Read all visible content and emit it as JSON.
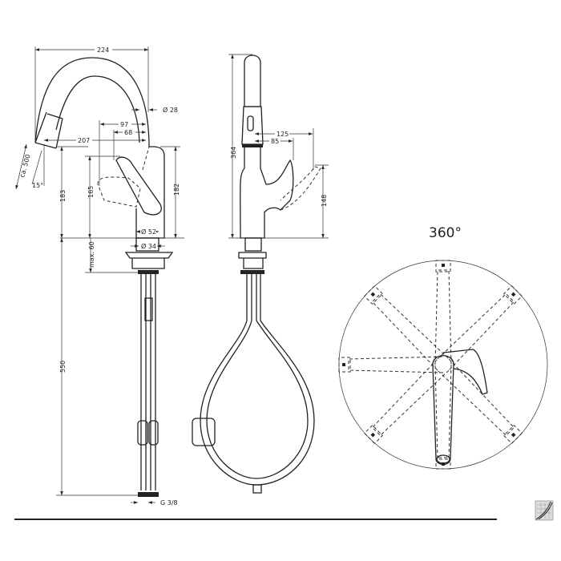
{
  "dimensions": {
    "overall_width": "224",
    "spout_diameter": "Ø 28",
    "lever_reach": "97",
    "lever_offset": "68",
    "spout_reach": "207",
    "pullout_length": "ca. 500",
    "spout_angle": "15°",
    "spout_height": "183",
    "lever_height": "165",
    "body_height": "182",
    "base_diameter": "Ø 52",
    "shank_diameter": "Ø 34",
    "max_deck_thickness": "max. 60",
    "hose_length": "550",
    "connection_thread": "G 3/8",
    "total_height": "364",
    "lever_depth_open": "125",
    "lever_depth": "85",
    "lever_open_height": "148",
    "rotation": "360°"
  },
  "colors": {
    "line": "#222222",
    "background": "#ffffff"
  }
}
